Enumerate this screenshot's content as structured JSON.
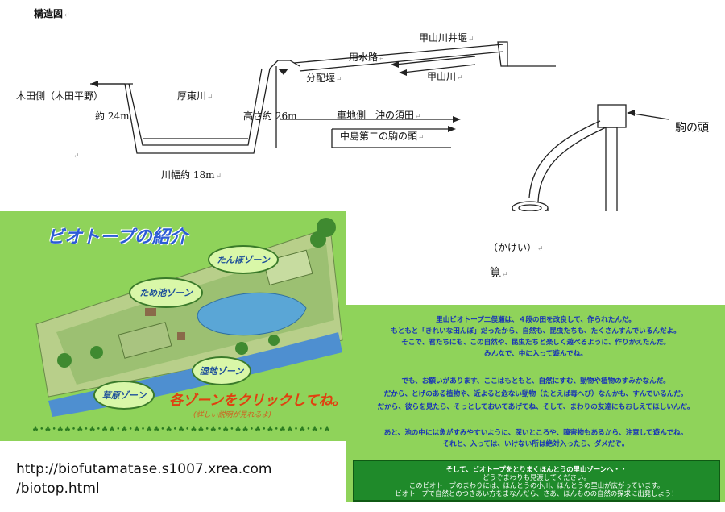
{
  "diagram": {
    "title": "構造図",
    "labels": {
      "kouyama_weir": "甲山川井堰",
      "irrigation_channel": "用水路",
      "diversion_weir": "分配堰",
      "kouyama_river": "甲山川",
      "kida_side": "木田側（木田平野）",
      "atsuto_river": "厚東川",
      "approx_24m": "約 24m",
      "height_26m": "高さ約 26m",
      "kurumaji_side": "車地側　沖の須田",
      "nakajima": "中島第二の駒の頭",
      "river_width": "川幅約 18m",
      "koma_head": "駒の頭",
      "kakei_reading": "（かけい）",
      "kakei": "筧"
    }
  },
  "biotope": {
    "title": "ビオトープの紹介",
    "zones": {
      "tanbo": "たんぼゾーン",
      "tameike": "ため池ゾーン",
      "shicchi": "湿地ゾーン",
      "sougen": "草原ゾーン"
    },
    "click_text": "各ゾーンをクリックしてね。",
    "click_sub": "(詳しい説明が見れるよ)"
  },
  "info": {
    "lines": [
      "里山ビオトープ二俣瀬は、４段の田を改良して、作られたんだ。",
      "もともと「きれいな田んぼ」だったから、自然も、昆虫たちも、たくさんすんでいるんだよ。",
      "そこで、君たちにも、この自然や、昆虫たちと楽しく遊べるように、作りかえたんだ。",
      "みんなで、中に入って遊んでね。",
      "でも、お願いがあります、ここはもともと、自然にすむ、動物や植物のすみかなんだ。",
      "だから、とげのある植物や、近よると危ない動物（たとえば毒へび）なんかも、すんでいるんだ。",
      "だから、彼らを見たら、そっとしておいてあげてね、そして、まわりの友達にもおしえてほしいんだ。",
      "あと、池の中には魚がすみやすいように、深いところや、障害物もあるから、注意して遊んでね。",
      "それと、入っては、いけない所は絶対入ったら、ダメだぞ。"
    ],
    "box_lines": [
      "そして、ビオトープをとりまくほんとうの里山ゾーンへ・・",
      "どうぞまわりも見渡してください。",
      "このビオトープのまわりには、ほんとうの小川、ほんとうの里山が広がっています。",
      "ビオトープで自然とのつきあい方をまなんだら、さあ、ほんものの自然の探求に出発しよう！"
    ]
  },
  "url": {
    "line1": "http://biofutamatase.s1007.xrea.com",
    "line2": "/biotop.html"
  },
  "colors": {
    "panel_green": "#8fd35a",
    "title_blue": "#2c5cd6",
    "info_text_blue": "#1732b8",
    "box_green": "#1f8a2a",
    "click_red": "#e04010"
  }
}
